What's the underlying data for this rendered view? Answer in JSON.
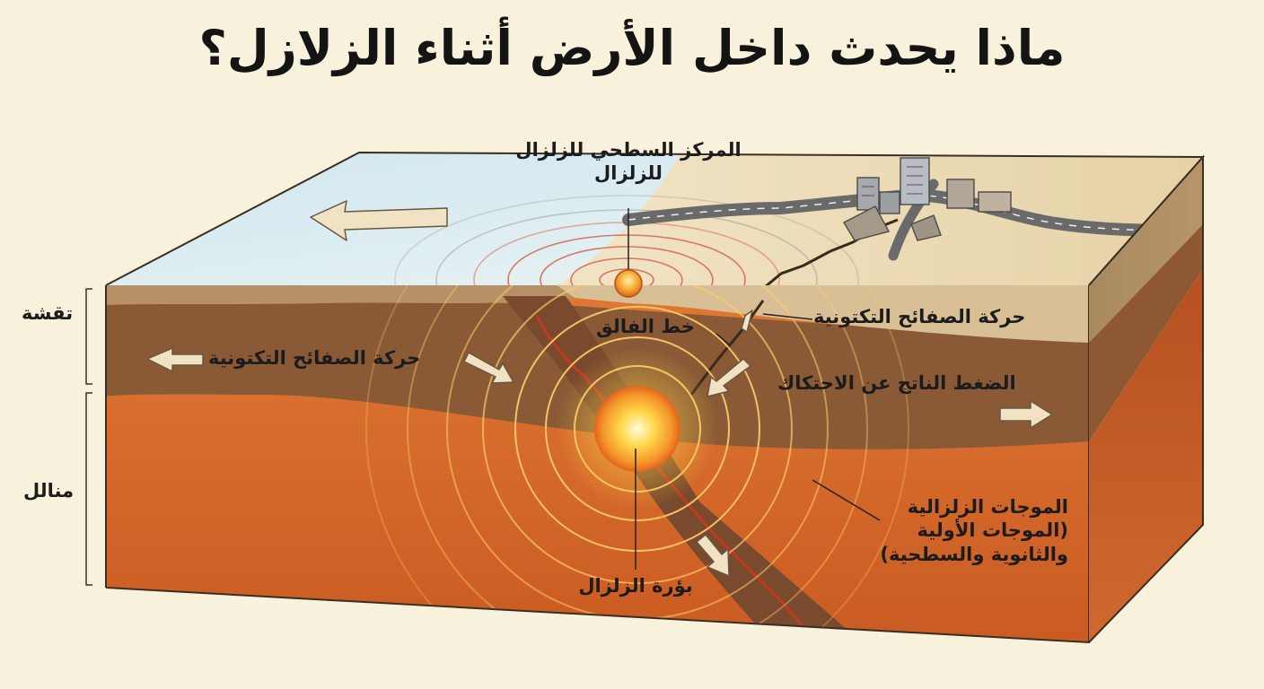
{
  "title": "ماذا يحدث داخل الأرض أثناء الزلازل؟",
  "labels": {
    "epicenter_line1": "المركز السطحي للزلزال",
    "epicenter_line2": "للزلزال",
    "fault_line": "خط الفالق",
    "plate_motion_right": "حركة الصفائح التكتونية",
    "plate_motion_left": "حركة الصفائح التكتونية",
    "friction_pressure": "الضغط الناتج عن الاحتكاك",
    "seismic_waves_line1": "الموجات الزلزالية",
    "seismic_waves_line2": "(الموجات الأولية",
    "seismic_waves_line3": "والثانوية والسطحية)",
    "focus": "بؤرة الزلزال",
    "crust": "تقشة",
    "mantle": "منالل"
  },
  "colors": {
    "background": "#f8f2dc",
    "ocean": "#d9ecf2",
    "land": "#ecdcb8",
    "crust_brown": "#8a5a36",
    "mantle_orange": "#d8682a",
    "focus_glow": "#ffd84a",
    "wave_red": "#d85a4a"
  }
}
